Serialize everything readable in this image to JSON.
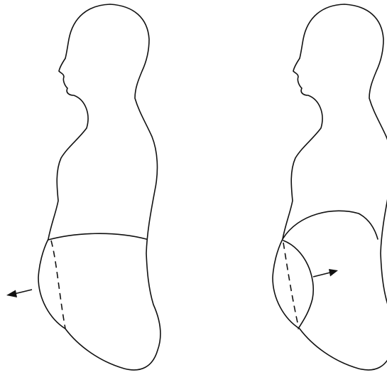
{
  "figures": [
    {
      "id": "left",
      "arrow_direction": "outward"
    },
    {
      "id": "right",
      "arrow_direction": "inward"
    }
  ],
  "colors": {
    "stroke": "#111111",
    "background": "#ffffff"
  },
  "icons": {
    "arrow": "arrow-icon"
  }
}
